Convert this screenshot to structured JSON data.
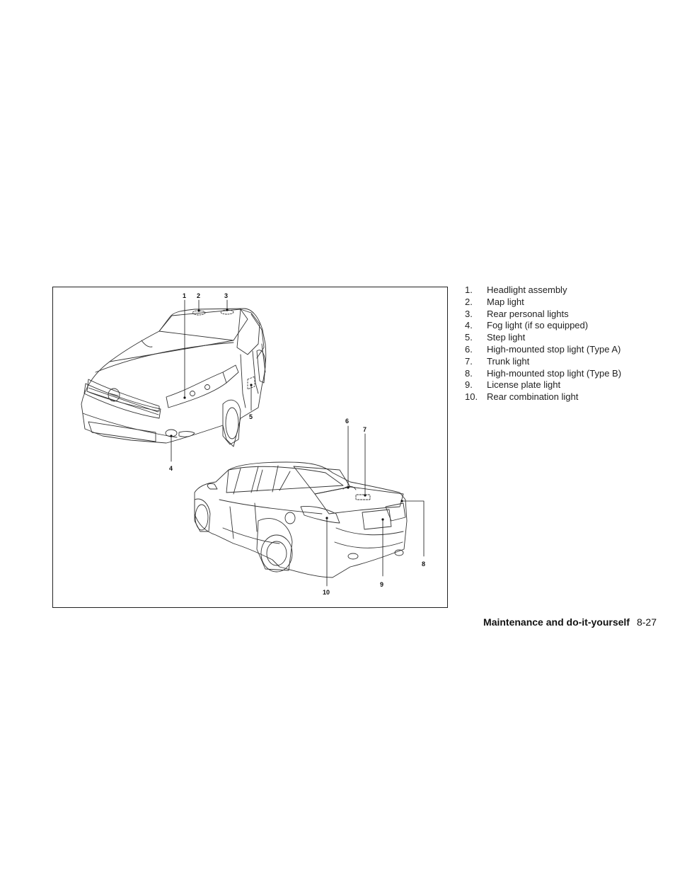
{
  "figure": {
    "callouts": [
      {
        "label": "1",
        "part": "Headlight assembly"
      },
      {
        "label": "2",
        "part": "Map light"
      },
      {
        "label": "3",
        "part": "Rear personal lights"
      },
      {
        "label": "4",
        "part": "Fog light"
      },
      {
        "label": "5",
        "part": "Step light"
      },
      {
        "label": "6",
        "part": "High-mounted stop light (Type A)"
      },
      {
        "label": "7",
        "part": "Trunk light"
      },
      {
        "label": "8",
        "part": "High-mounted stop light (Type B)"
      },
      {
        "label": "9",
        "part": "License plate light"
      },
      {
        "label": "10",
        "part": "Rear combination light"
      }
    ]
  },
  "legend": {
    "items": [
      {
        "num": "1.",
        "text": "Headlight assembly"
      },
      {
        "num": "2.",
        "text": "Map light"
      },
      {
        "num": "3.",
        "text": "Rear personal lights"
      },
      {
        "num": "4.",
        "text": "Fog light (if so equipped)"
      },
      {
        "num": "5.",
        "text": "Step light"
      },
      {
        "num": "6.",
        "text": "High-mounted stop light (Type A)"
      },
      {
        "num": "7.",
        "text": "Trunk light"
      },
      {
        "num": "8.",
        "text": "High-mounted stop light (Type B)"
      },
      {
        "num": "9.",
        "text": "License plate light"
      },
      {
        "num": "10.",
        "text": "Rear combination light"
      }
    ]
  },
  "footer": {
    "section": "Maintenance and do-it-yourself",
    "page": "8-27"
  }
}
